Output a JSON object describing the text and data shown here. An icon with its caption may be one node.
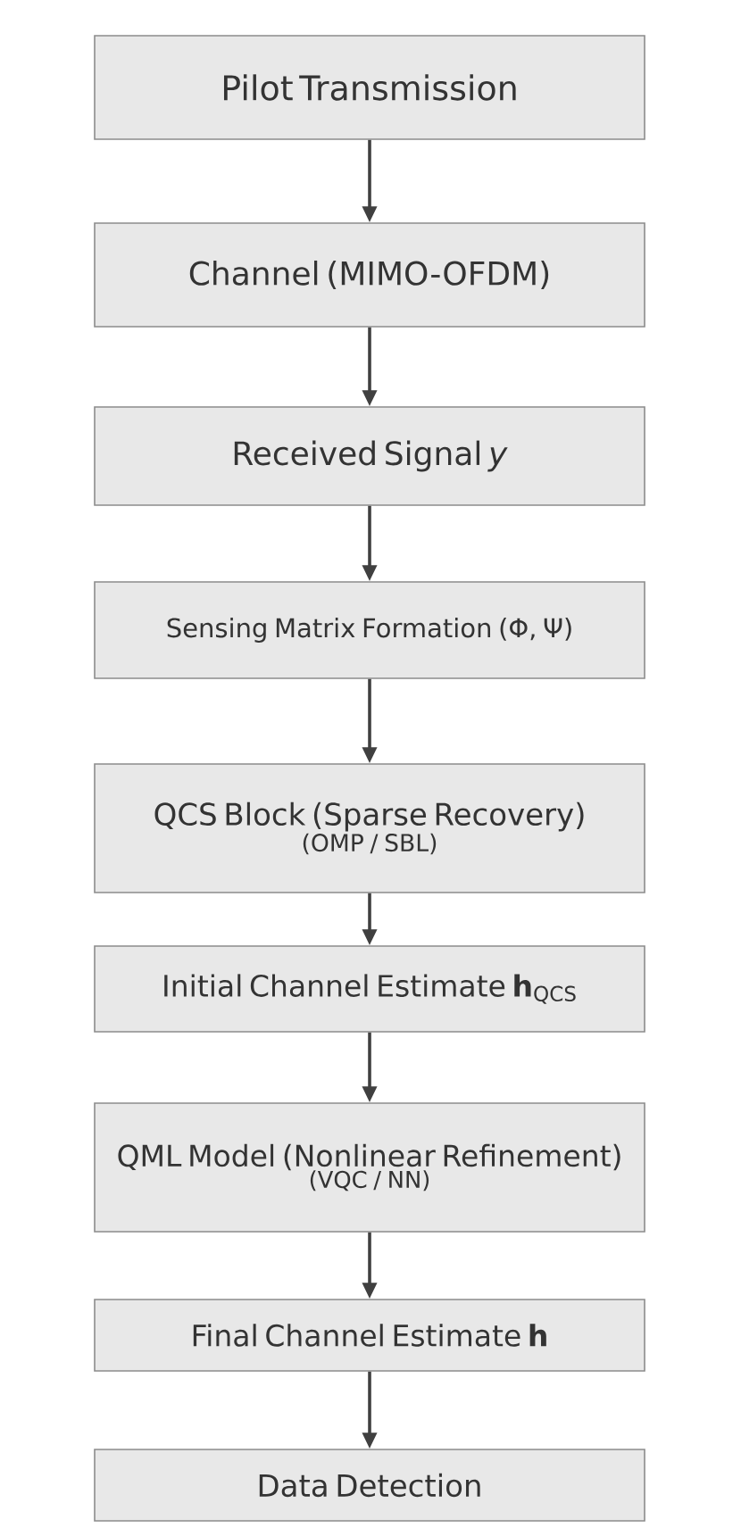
{
  "diagram": {
    "nodes": [
      {
        "text": [
          "Pilot Transmission"
        ]
      },
      {
        "text": [
          "Channel (MIMO-OFDM)"
        ]
      },
      {
        "text": [
          "Received Signal *y*"
        ]
      },
      {
        "text": [
          "Sensing Matrix Formation (Φ, Ψ)"
        ]
      },
      {
        "text": [
          "QCS Block (Sparse Recovery)",
          "(OMP / SBL)"
        ]
      },
      {
        "text": [
          "Initial Channel Estimate **h**$_{QCS}$"
        ]
      },
      {
        "text": [
          "QML Model (Nonlinear Refinement)",
          "(VQC / NN)"
        ]
      },
      {
        "text": [
          "Final Channel Estimate **h**"
        ]
      },
      {
        "text": [
          "Data Detection"
        ]
      }
    ],
    "edges": [
      {
        "from": 0,
        "to": 1,
        "arrow": "to"
      },
      {
        "from": 1,
        "to": 2,
        "arrow": "to"
      },
      {
        "from": 2,
        "to": 3,
        "arrow": "to"
      },
      {
        "from": 3,
        "to": 4,
        "arrow": "to"
      },
      {
        "from": 4,
        "to": 5,
        "arrow": "to"
      },
      {
        "from": 5,
        "to": 6,
        "arrow": "to"
      },
      {
        "from": 6,
        "to": 7,
        "arrow": "to"
      },
      {
        "from": 7,
        "to": 8,
        "arrow": "to"
      }
    ]
  }
}
